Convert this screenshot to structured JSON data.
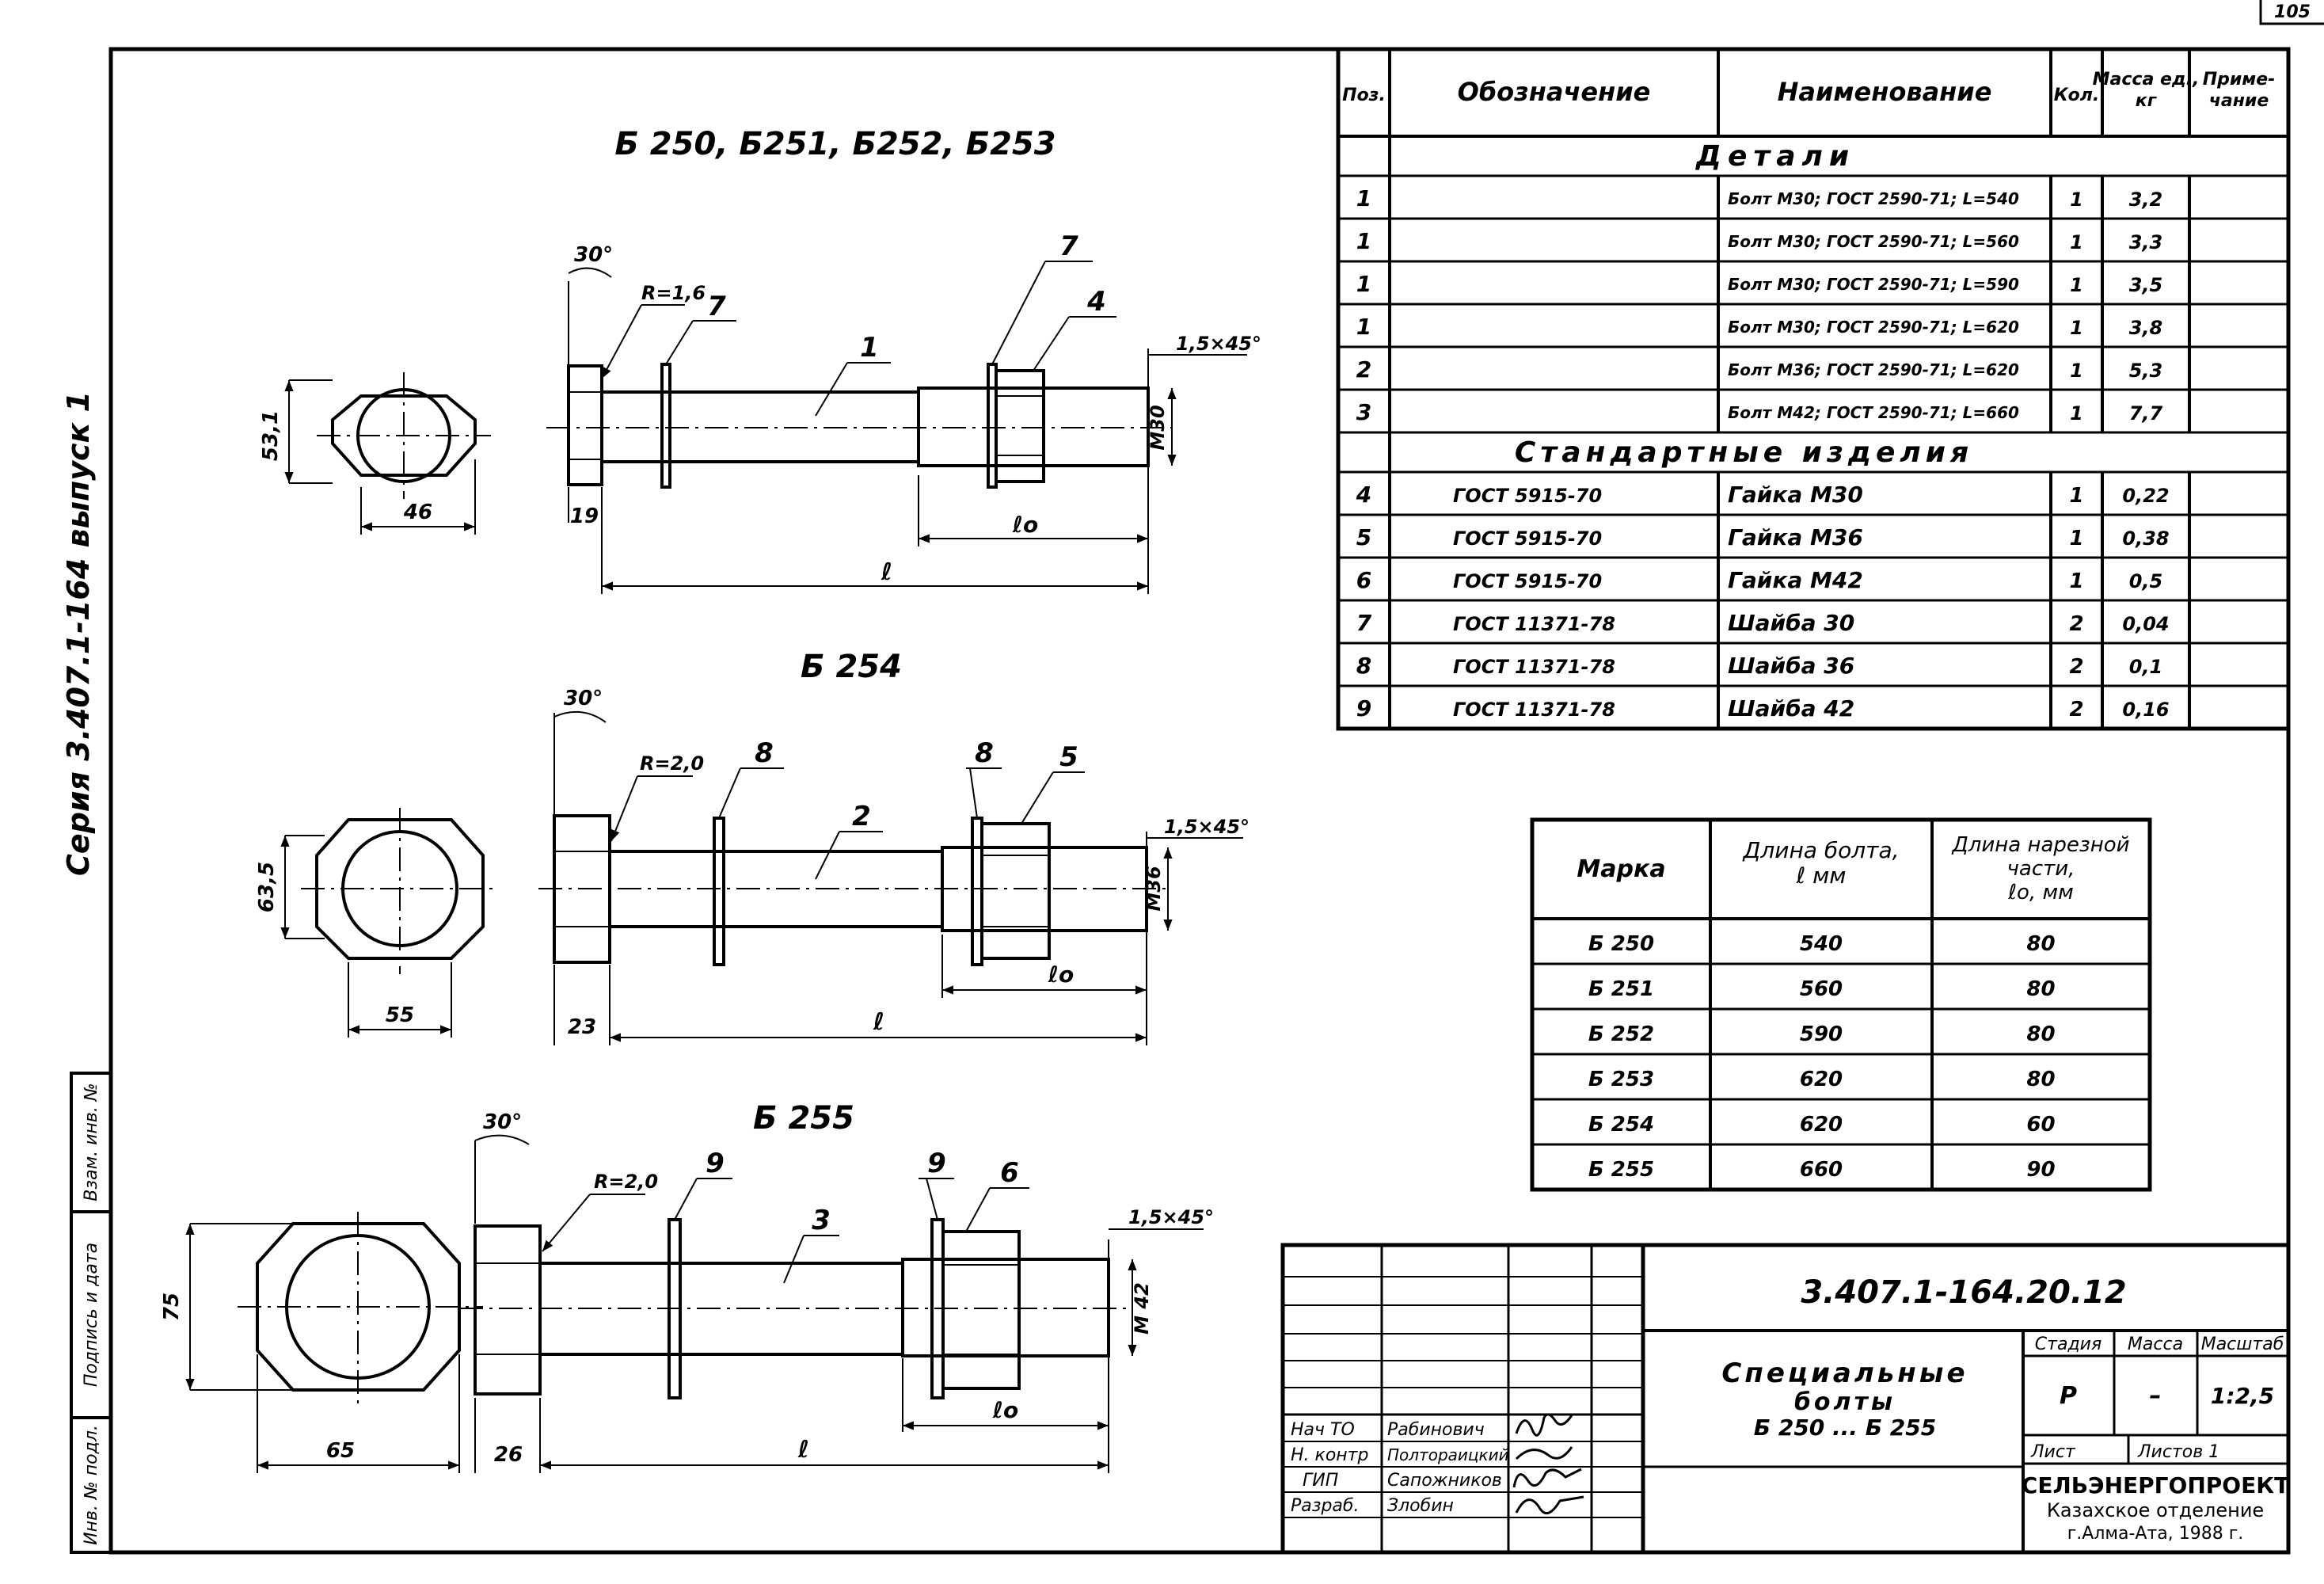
{
  "sheet": {
    "page_number": "105"
  },
  "side": {
    "series": "Серия 3.407.1-164 выпуск 1",
    "cols": [
      "Инв. № подл.",
      "Подпись и дата",
      "Взам. инв. №"
    ]
  },
  "titles": {
    "group1": "Б 250,   Б251,  Б252,  Б253",
    "group2": "Б 254",
    "group3": "Б 255"
  },
  "views": {
    "v1": {
      "angle": "30°",
      "radius": "R=1,6",
      "chamfer": "1,5×45°",
      "thread": "M30",
      "hex_height": "53,1",
      "hex_width": "46",
      "head": "19",
      "l0": "ℓo",
      "l": "ℓ",
      "pos_washer": "7",
      "pos_body": "1",
      "pos_washer2": "7",
      "pos_nut": "4"
    },
    "v2": {
      "angle": "30°",
      "radius": "R=2,0",
      "chamfer": "1,5×45°",
      "thread": "M36",
      "hex_height": "63,5",
      "hex_width": "55",
      "head": "23",
      "l0": "ℓo",
      "l": "ℓ",
      "pos_washer": "8",
      "pos_body": "2",
      "pos_washer2": "8",
      "pos_nut": "5"
    },
    "v3": {
      "angle": "30°",
      "radius": "R=2,0",
      "chamfer": "1,5×45°",
      "thread": "M 42",
      "hex_height": "75",
      "hex_width": "65",
      "head": "26",
      "l0": "ℓo",
      "l": "ℓ",
      "pos_washer": "9",
      "pos_body": "3",
      "pos_washer2": "9",
      "pos_nut": "6"
    }
  },
  "spec": {
    "headers": [
      "Поз.",
      "Обозначение",
      "Наименование",
      "Кол.",
      "Масса ед., кг",
      "Приме- чание"
    ],
    "section_details": "Детали",
    "section_standard": "Стандартные изделия",
    "details": [
      [
        "1",
        "",
        "Болт М30; ГОСТ 2590-71; L=540",
        "1",
        "3,2",
        ""
      ],
      [
        "1",
        "",
        "Болт М30; ГОСТ 2590-71; L=560",
        "1",
        "3,3",
        ""
      ],
      [
        "1",
        "",
        "Болт М30; ГОСТ 2590-71; L=590",
        "1",
        "3,5",
        ""
      ],
      [
        "1",
        "",
        "Болт М30; ГОСТ 2590-71; L=620",
        "1",
        "3,8",
        ""
      ],
      [
        "2",
        "",
        "Болт М36; ГОСТ 2590-71; L=620",
        "1",
        "5,3",
        ""
      ],
      [
        "3",
        "",
        "Болт М42; ГОСТ 2590-71; L=660",
        "1",
        "7,7",
        ""
      ]
    ],
    "standard": [
      [
        "4",
        "ГОСТ 5915-70",
        "Гайка М30",
        "1",
        "0,22",
        ""
      ],
      [
        "5",
        "ГОСТ 5915-70",
        "Гайка М36",
        "1",
        "0,38",
        ""
      ],
      [
        "6",
        "ГОСТ 5915-70",
        "Гайка М42",
        "1",
        "0,5",
        ""
      ],
      [
        "7",
        "ГОСТ 11371-78",
        "Шайба 30",
        "2",
        "0,04",
        ""
      ],
      [
        "8",
        "ГОСТ 11371-78",
        "Шайба 36",
        "2",
        "0,1",
        ""
      ],
      [
        "9",
        "ГОСТ 11371-78",
        "Шайба 42",
        "2",
        "0,16",
        ""
      ]
    ]
  },
  "lengths": {
    "headers": [
      "Марка",
      "Длина болта, ℓ мм",
      "Длина нарезной части, ℓo, мм"
    ],
    "rows": [
      [
        "Б 250",
        "540",
        "80"
      ],
      [
        "Б 251",
        "560",
        "80"
      ],
      [
        "Б 252",
        "590",
        "80"
      ],
      [
        "Б 253",
        "620",
        "80"
      ],
      [
        "Б 254",
        "620",
        "60"
      ],
      [
        "Б 255",
        "660",
        "90"
      ]
    ]
  },
  "titleblock": {
    "code": "3.407.1-164.20.12",
    "name": [
      "Специальные",
      "болты",
      "Б 250 ... Б 255"
    ],
    "stage_h": "Стадия",
    "mass_h": "Масса",
    "scale_h": "Масштаб",
    "stage": "Р",
    "mass": "–",
    "scale": "1:2,5",
    "sheet_h": "Лист",
    "sheets_h": "Листов 1",
    "roles": [
      "Нач ТО",
      "Н. контр",
      "ГИП",
      "Разраб."
    ],
    "names": [
      "Рабинович",
      "Полтораицкий",
      "Сапожников",
      "Злобин"
    ],
    "org": [
      "СЕЛЬЭНЕРГОПРОЕКТ",
      "Казахское отделение",
      "г.Алма-Ата, 1988 г."
    ]
  }
}
